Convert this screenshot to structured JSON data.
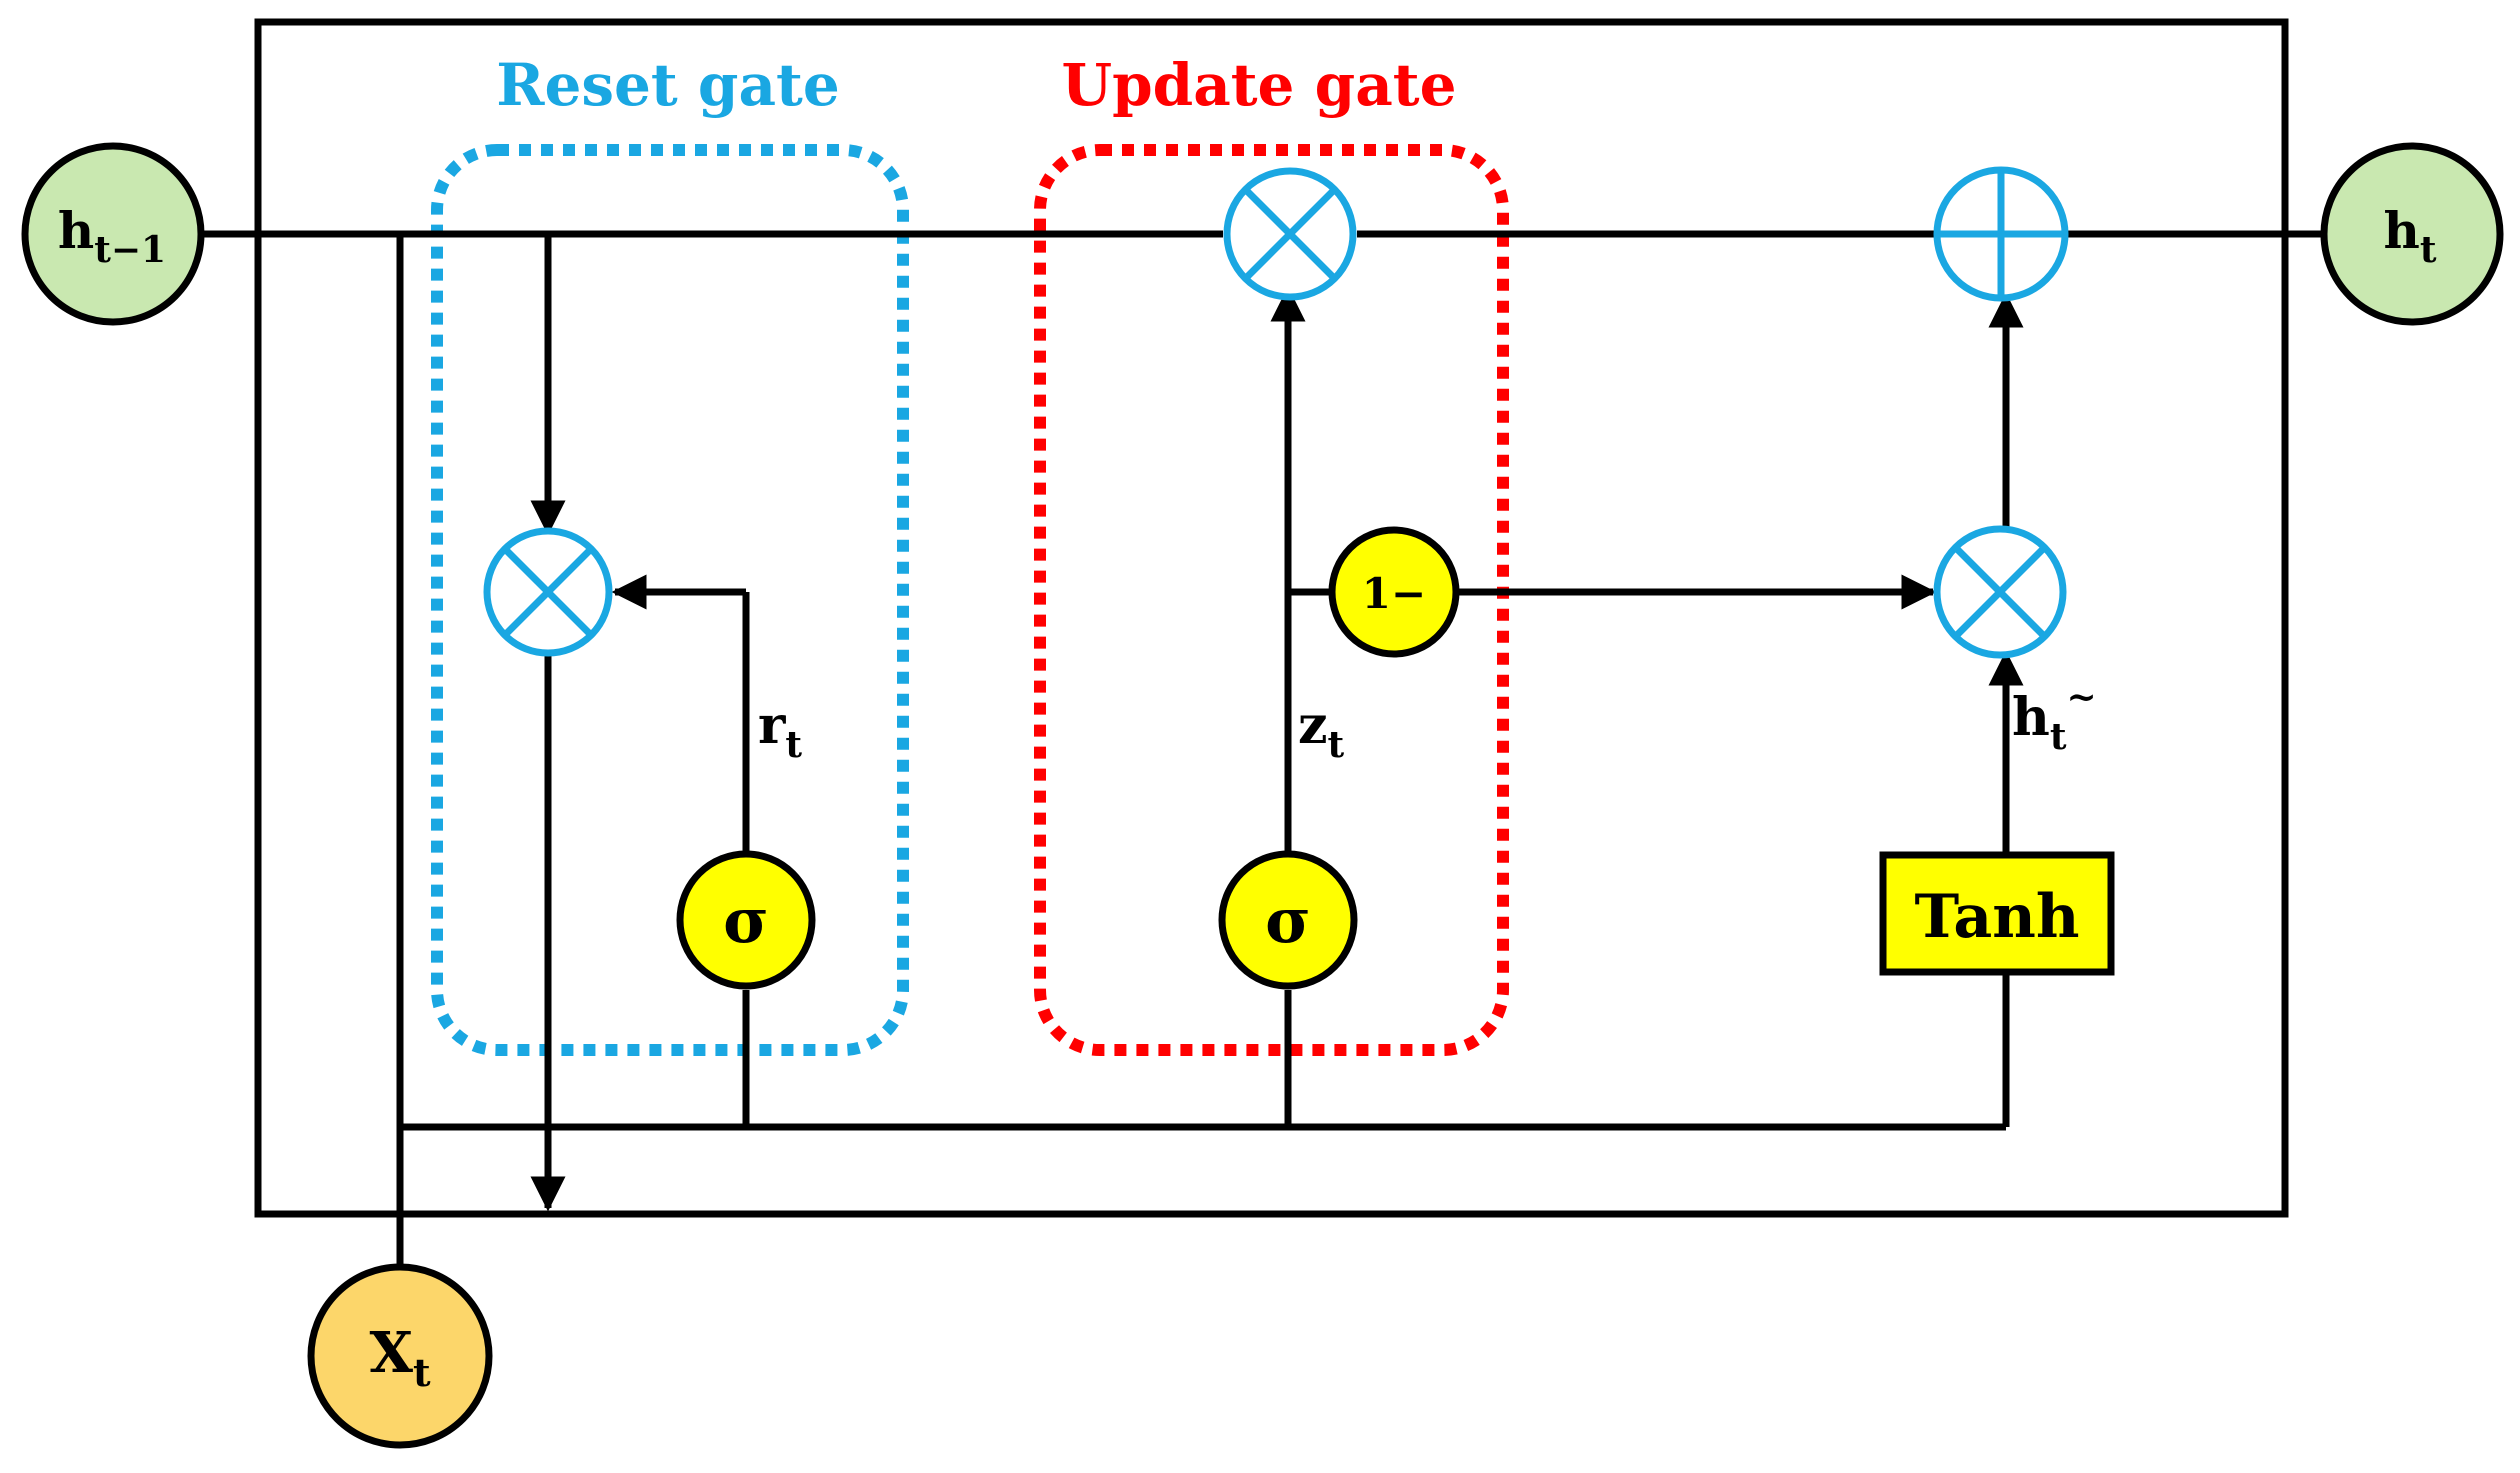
{
  "gates": {
    "reset": {
      "title": "Reset gate",
      "color": "#1aa7e2"
    },
    "update": {
      "title": "Update gate",
      "color": "#ff0000"
    }
  },
  "nodes": {
    "prev_hidden": {
      "main": "h",
      "sub": "t−1",
      "fill": "#c9e8b0"
    },
    "hidden": {
      "main": "h",
      "sub": "t",
      "fill": "#c9e8b0"
    },
    "input": {
      "main": "X",
      "sub": "t",
      "fill": "#fcd66a"
    }
  },
  "operators": {
    "sigma_reset": "σ",
    "sigma_update": "σ",
    "one_minus": "1−",
    "tanh": "Tanh",
    "op_fill": "#ffff00",
    "pointwise_color": "#1aa7e2"
  },
  "signals": {
    "r": {
      "main": "r",
      "sub": "t"
    },
    "z": {
      "main": "z",
      "sub": "t"
    },
    "h_candidate": {
      "main": "h",
      "sub": "t",
      "sup": "~"
    }
  }
}
